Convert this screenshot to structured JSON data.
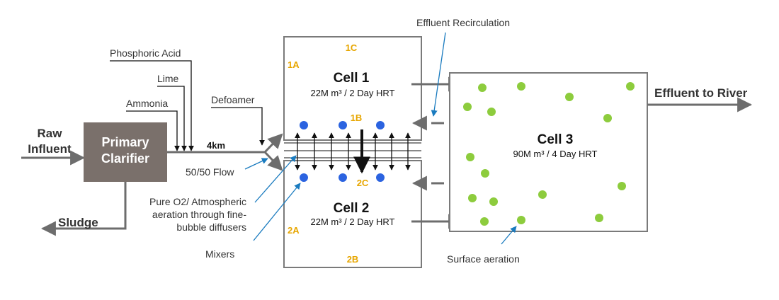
{
  "inputs": {
    "raw_influent_line1": "Raw",
    "raw_influent_line2": "Influent",
    "phosphoric_acid": "Phosphoric Acid",
    "lime": "Lime",
    "ammonia": "Ammonia",
    "defoamer": "Defoamer"
  },
  "clarifier": {
    "line1": "Primary",
    "line2": "Clarifier"
  },
  "pipe": {
    "distance": "4km",
    "split": "50/50 Flow"
  },
  "outputs": {
    "sludge": "Sludge",
    "effluent": "Effluent to River"
  },
  "annotations": {
    "aeration_line1": "Pure O2/ Atmospheric",
    "aeration_line2": "aeration through fine-",
    "aeration_line3": "bubble diffusers",
    "mixers": "Mixers",
    "surface_aeration": "Surface aeration",
    "recirculation": "Effluent Recirculation"
  },
  "cell1": {
    "title": "Cell 1",
    "detail": "22M m³ / 2 Day HRT",
    "zone_a": "1A",
    "zone_b": "1B",
    "zone_c": "1C"
  },
  "cell2": {
    "title": "Cell 2",
    "detail": "22M m³ / 2 Day HRT",
    "zone_a": "2A",
    "zone_b": "2B",
    "zone_c": "2C"
  },
  "cell3": {
    "title": "Cell 3",
    "detail": "90M m³ / 4 Day HRT"
  },
  "colors": {
    "clarifier_fill": "#7a706b",
    "zone_label": "#e7a600",
    "mixer_dot": "#2b63e0",
    "surface_aerator_dot": "#8dcc3d",
    "pointer_arrow": "#1a7bbf",
    "pipe": "#6d6d6d"
  }
}
